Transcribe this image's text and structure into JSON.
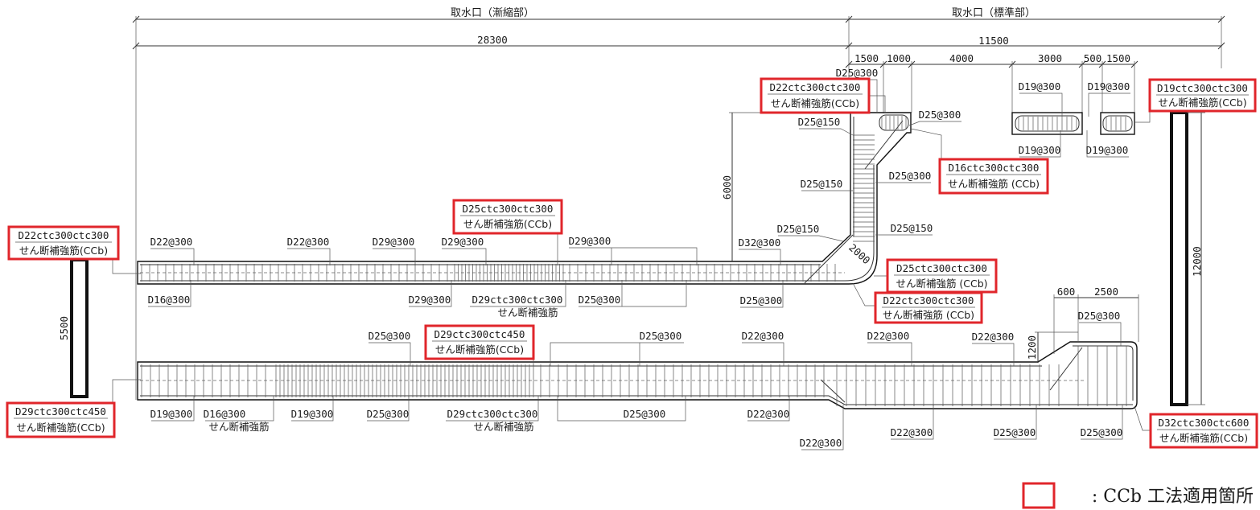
{
  "header": {
    "left_title": "取水口（漸縮部）",
    "right_title": "取水口（標準部）"
  },
  "dimensions": {
    "total_left": "28300",
    "total_right": "11500",
    "sub": [
      "1500",
      "1000",
      "4000",
      "3000",
      "500",
      "1500"
    ],
    "wall_height": "6000",
    "haunch": "2000",
    "left_member_height": "5500",
    "right_member_height": "12000",
    "end_block_a": "600",
    "end_block_b": "2500",
    "end_block_height": "1200"
  },
  "labels": [
    {
      "text": "D22@300"
    },
    {
      "text": "D22@300"
    },
    {
      "text": "D29@300"
    },
    {
      "text": "D29@300"
    },
    {
      "text": "D29@300"
    },
    {
      "text": "D32@300"
    },
    {
      "text": "D16@300"
    },
    {
      "text": "D29@300"
    },
    {
      "text": "D25@300"
    },
    {
      "text": "D25@300"
    },
    {
      "text": "D25@300"
    },
    {
      "text": "D25@300"
    },
    {
      "text": "D22@300"
    },
    {
      "text": "D22@300"
    },
    {
      "text": "D22@300"
    },
    {
      "text": "D19@300"
    },
    {
      "text": "D19@300"
    },
    {
      "text": "D25@300"
    },
    {
      "text": "D25@300"
    },
    {
      "text": "D22@300"
    },
    {
      "text": "D22@300"
    },
    {
      "text": "D22@300"
    },
    {
      "text": "D25@300"
    },
    {
      "text": "D25@300"
    },
    {
      "text": "D25@300"
    },
    {
      "text": "D25@150"
    },
    {
      "text": "D25@300"
    },
    {
      "text": "D25@300"
    },
    {
      "text": "D25@150"
    },
    {
      "text": "D25@150"
    },
    {
      "text": "D25@150"
    },
    {
      "text": "D19@300"
    },
    {
      "text": "D19@300"
    },
    {
      "text": "D19@300"
    },
    {
      "text": "D19@300"
    },
    {
      "text": "D25@300"
    }
  ],
  "shear_notes": [
    {
      "bar": "D29ctc300ctc300",
      "note": "せん断補強筋"
    },
    {
      "bar": "D16@300",
      "note": "せん断補強筋"
    },
    {
      "bar": "D29ctc300ctc300",
      "note": "せん断補強筋"
    }
  ],
  "ccb_boxes": [
    {
      "bar": "D22ctc300ctc300",
      "note": "せん断補強筋(CCb)"
    },
    {
      "bar": "D29ctc300ctc450",
      "note": "せん断補強筋(CCb)"
    },
    {
      "bar": "D25ctc300ctc300",
      "note": "せん断補強筋(CCb)"
    },
    {
      "bar": "D29ctc300ctc450",
      "note": "せん断補強筋(CCb)"
    },
    {
      "bar": "D22ctc300ctc300",
      "note": "せん断補強筋(CCb)"
    },
    {
      "bar": "D16ctc300ctc300",
      "note": "せん断補強筋 (CCb)"
    },
    {
      "bar": "D25ctc300ctc300",
      "note": "せん断補強筋 (CCb)"
    },
    {
      "bar": "D22ctc300ctc300",
      "note": "せん断補強筋 (CCb)"
    },
    {
      "bar": "D19ctc300ctc300",
      "note": "せん断補強筋(CCb)"
    },
    {
      "bar": "D32ctc300ctc600",
      "note": "せん断補強筋(CCb)"
    }
  ],
  "legend": {
    "text": ": CCb 工法適用箇所"
  },
  "colors": {
    "ccb_box": "#e0262b",
    "line": "#111111",
    "background": "#ffffff"
  }
}
